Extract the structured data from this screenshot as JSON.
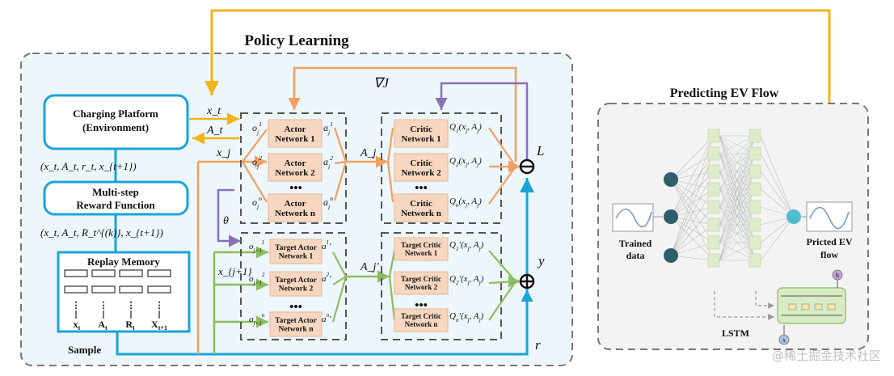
{
  "titles": {
    "policy_learning": "Policy Learning",
    "predicting": "Predicting EV Flow"
  },
  "left_column": {
    "platform_line1": "Charging Platform",
    "platform_line2": "(Environment)",
    "tuple1": "(x_t, A_t, r_t, x_{t+1})",
    "reward_line1": "Multi-step",
    "reward_line2": "Reward Function",
    "tuple2": "(x_t, A_t, R_t^{(k)}, x_{t+1})",
    "replay_title": "Replay Memory",
    "replay_columns": [
      "x",
      "A",
      "R",
      "X"
    ],
    "replay_subscripts": [
      "t",
      "t",
      "t",
      "t+1"
    ],
    "sample_label": "Sample",
    "dots": "•••"
  },
  "flow_labels": {
    "x_t": "x_t",
    "A_t": "A_t",
    "x_j": "x_j",
    "x_j1": "x_{j+1}",
    "theta": "θ",
    "A_j": "A_j",
    "A_j_prime": "A_j′",
    "grad_J": "∇J",
    "L": "L",
    "y": "y",
    "r": "r"
  },
  "actor_networks": [
    {
      "label": "Actor\nNetwork 1",
      "input": "o_j^1",
      "output": "a_j^1"
    },
    {
      "label": "Actor\nNetwork 2",
      "input": "o_j^2",
      "output": "a_j^2"
    },
    {
      "label": "Actor\nNetwork n",
      "input": "o_j^n",
      "output": "a_j^n"
    }
  ],
  "critic_networks": [
    {
      "label": "Critic\nNetwork 1",
      "q": "Q_1(x_j, A_j)"
    },
    {
      "label": "Critic\nNetwork 2",
      "q": "Q_2(x_j, A_j)"
    },
    {
      "label": "Critic\nNetwork n",
      "q": "Q_n(x_j, A_j)"
    }
  ],
  "target_actor_networks": [
    {
      "label": "Target Actor\nNetwork 1",
      "input": "o_{j+1}^1",
      "output": "a^1′"
    },
    {
      "label": "Target Actor\nNetwork 2",
      "input": "o_{j+1}^2",
      "output": "a^2′"
    },
    {
      "label": "Target Actor\nNetwork n",
      "input": "o_{j+1}^n",
      "output": "a^n′"
    }
  ],
  "target_critic_networks": [
    {
      "label": "Target Critic\nNetwork 1",
      "q": "Q_1′(x_j, A_j)"
    },
    {
      "label": "Target Critic\nNetwork 2",
      "q": "Q_2′(x_j, A_j)"
    },
    {
      "label": "Target Critic\nNetwork n",
      "q": "Q_n′(x_j, A_j)"
    }
  ],
  "predict_panel": {
    "trained_line1": "Trained",
    "trained_line2": "data",
    "predicted_line1": "Pricted EV",
    "predicted_line2": "flow",
    "lstm_label": "LSTM",
    "cell_h": "h",
    "cell_x": "x"
  },
  "watermark": "@稀土掘金技术社区",
  "colors": {
    "panel_blue_border": "#1aa4d8",
    "orange": "#f0a060",
    "green": "#8cbc5c",
    "purple": "#8a70b8",
    "gold": "#f2b418",
    "network_fill": "#f8d7c0",
    "policy_bg": "#edf6fb",
    "predict_bg": "#f3f3f3"
  }
}
